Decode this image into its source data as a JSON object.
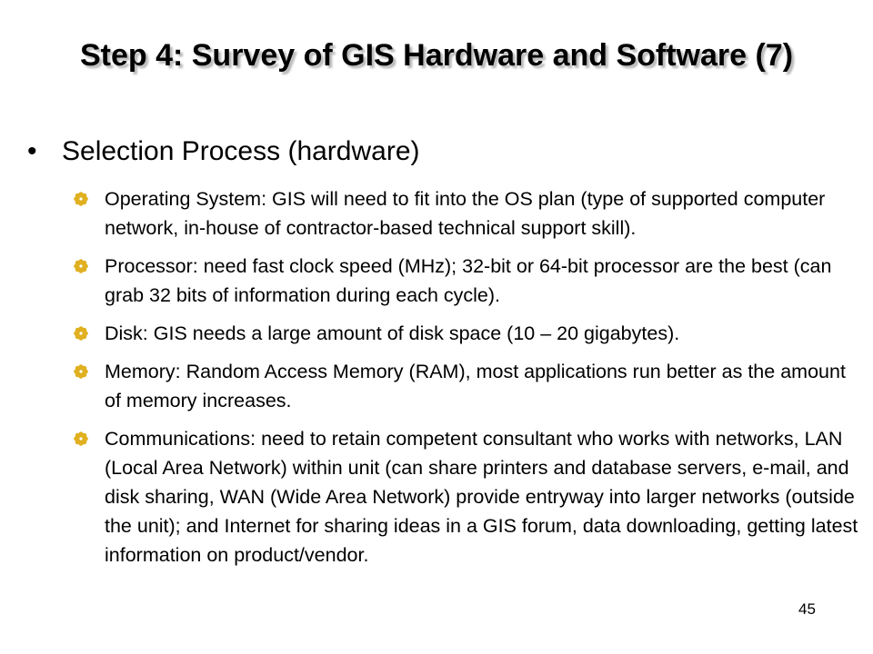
{
  "slide": {
    "title": "Step 4: Survey of GIS Hardware and Software (7)",
    "heading": "Selection Process (hardware)",
    "heading_bullet": "•",
    "bullet_icon": "sun-flower-bullet-icon",
    "bullet_color": "#e0b020",
    "items": [
      "Operating System: GIS will need to fit into the OS plan (type of supported computer network, in-house of contractor-based technical support skill).",
      "Processor: need fast clock speed (MHz); 32-bit or 64-bit processor are the best (can grab 32 bits of information during each cycle).",
      "Disk: GIS needs a large amount of disk space (10 – 20 gigabytes).",
      "Memory: Random Access Memory (RAM), most applications run better as the amount of memory increases.",
      "Communications: need to retain competent consultant who works with networks, LAN (Local Area Network) within unit (can share printers and database servers, e-mail, and disk sharing, WAN (Wide Area Network) provide entryway into larger networks (outside the unit); and Internet for sharing ideas in a GIS forum, data downloading, getting latest information on product/vendor."
    ],
    "page_number": "45"
  }
}
